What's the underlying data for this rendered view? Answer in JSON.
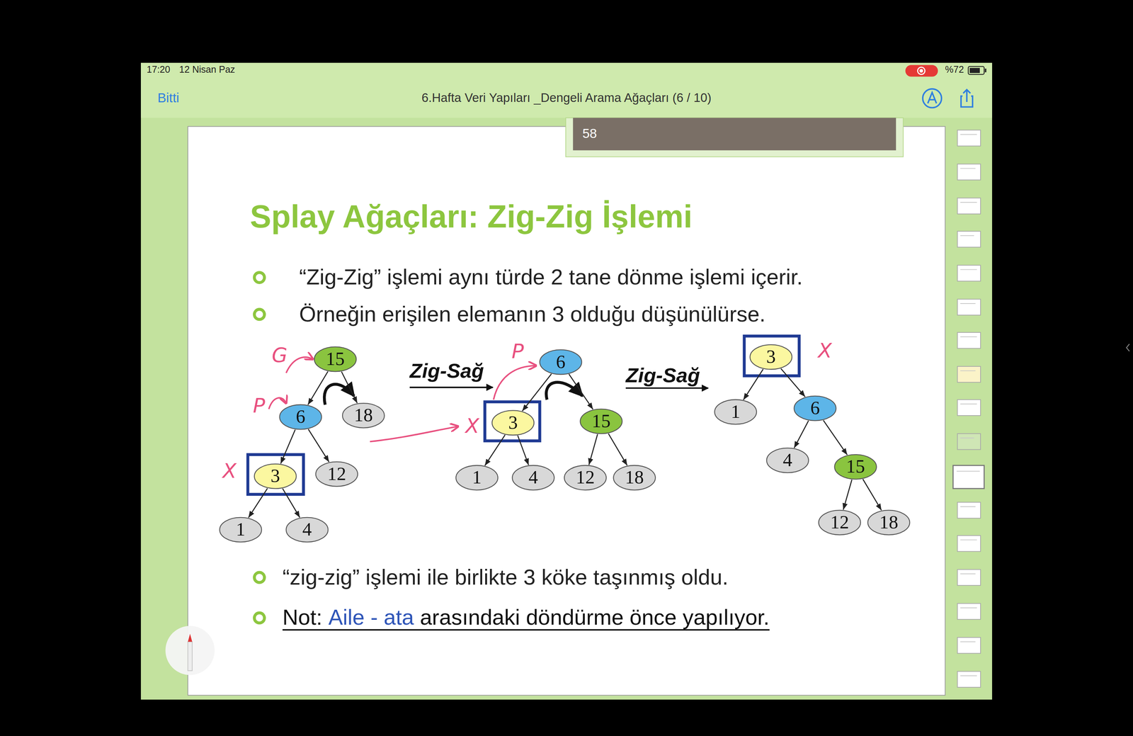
{
  "diagram": {
    "title": "Splay Ağaçları: Zig-Zig İşlemi",
    "nodes": [
      {
        "text": [
          "15"
        ]
      },
      {
        "text": [
          "6"
        ]
      },
      {
        "text": [
          "18"
        ]
      },
      {
        "text": [
          "3"
        ]
      },
      {
        "text": [
          "12"
        ]
      },
      {
        "text": [
          "1"
        ]
      },
      {
        "text": [
          "4"
        ]
      },
      {
        "text": [
          "6"
        ]
      },
      {
        "text": [
          "3"
        ]
      },
      {
        "text": [
          "15"
        ]
      },
      {
        "text": [
          "1"
        ]
      },
      {
        "text": [
          "4"
        ]
      },
      {
        "text": [
          "12"
        ]
      },
      {
        "text": [
          "18"
        ]
      },
      {
        "text": [
          "3"
        ]
      },
      {
        "text": [
          "1"
        ]
      },
      {
        "text": [
          "6"
        ]
      },
      {
        "text": [
          "4"
        ]
      },
      {
        "text": [
          "15"
        ]
      },
      {
        "text": [
          "12"
        ]
      },
      {
        "text": [
          "18"
        ]
      }
    ],
    "edges": [
      {
        "from": 0,
        "to": 1,
        "arrow": "to"
      },
      {
        "from": 0,
        "to": 2,
        "arrow": "to"
      },
      {
        "from": 1,
        "to": 3,
        "arrow": "to"
      },
      {
        "from": 1,
        "to": 4,
        "arrow": "to"
      },
      {
        "from": 3,
        "to": 5,
        "arrow": "to"
      },
      {
        "from": 3,
        "to": 6,
        "arrow": "to"
      },
      {
        "from": 7,
        "to": 8,
        "arrow": "to"
      },
      {
        "from": 7,
        "to": 9,
        "arrow": "to"
      },
      {
        "from": 8,
        "to": 10,
        "arrow": "to"
      },
      {
        "from": 8,
        "to": 11,
        "arrow": "to"
      },
      {
        "from": 9,
        "to": 12,
        "arrow": "to"
      },
      {
        "from": 9,
        "to": 13,
        "arrow": "to"
      },
      {
        "from": 14,
        "to": 15,
        "arrow": "to"
      },
      {
        "from": 14,
        "to": 16,
        "arrow": "to"
      },
      {
        "from": 16,
        "to": 17,
        "arrow": "to"
      },
      {
        "from": 16,
        "to": 18,
        "arrow": "to"
      },
      {
        "from": 18,
        "to": 19,
        "arrow": "to"
      },
      {
        "from": 18,
        "to": 20,
        "arrow": "to"
      }
    ],
    "labels": [
      "17:20",
      "12 Nisan Paz",
      "%72",
      "Bitti",
      "6.Hafta Veri Yapıları _Dengeli Arama Ağaçları (6 / 10)",
      "58",
      "“Zig-Zig” işlemi aynı türde 2 tane dönme işlemi içerir.",
      "Örneğin erişilen elemanın 3 olduğu düşünülürse.",
      "G",
      "P",
      "X",
      "Zig-Sağ",
      "P",
      "X",
      "Zig-Sağ",
      "X",
      "“zig-zig” işlemi ile birlikte 3 köke taşınmış oldu.",
      "Not:",
      "Aile - ata",
      "arasındaki döndürme önce yapılıyor."
    ]
  }
}
